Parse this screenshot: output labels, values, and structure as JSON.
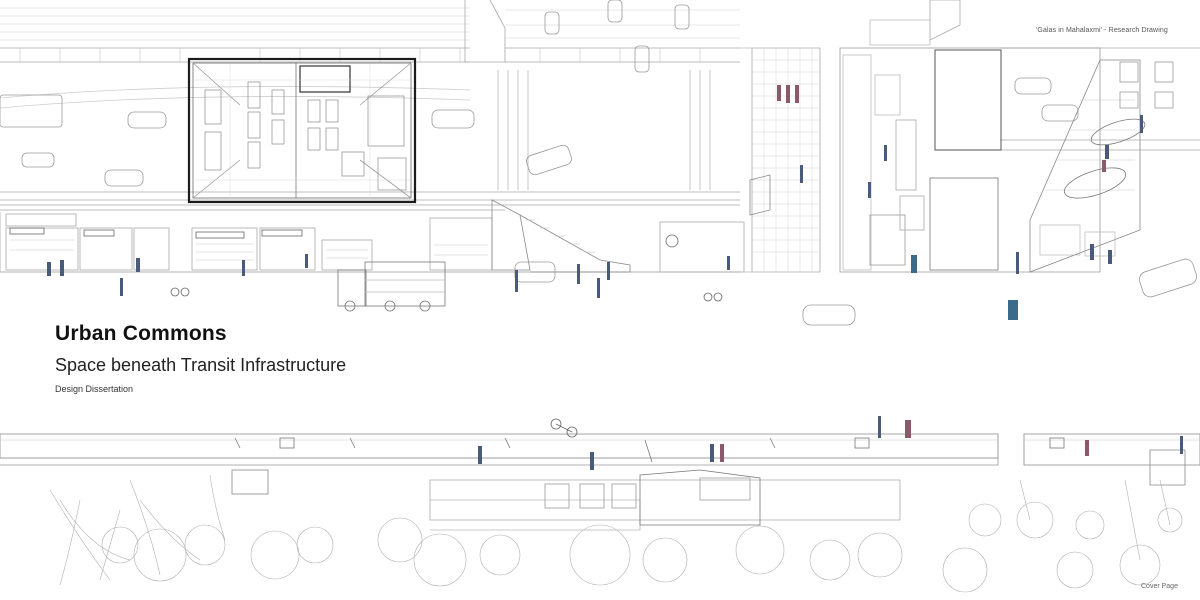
{
  "header": {
    "caption": "'Galas in Mahalaxmi' - Research Drawing"
  },
  "title_block": {
    "title": "Urban Commons",
    "subtitle": "Space beneath Transit Infrastructure",
    "tag": "Design Dissertation"
  },
  "footer": {
    "page_label": "Cover Page"
  },
  "colors": {
    "line": "#9a9a9a",
    "dark_line": "#333333",
    "frame": "#1c1c1c",
    "figure_blue": "#3d5a80",
    "figure_red": "#b04a5a",
    "paper": "#ffffff"
  }
}
